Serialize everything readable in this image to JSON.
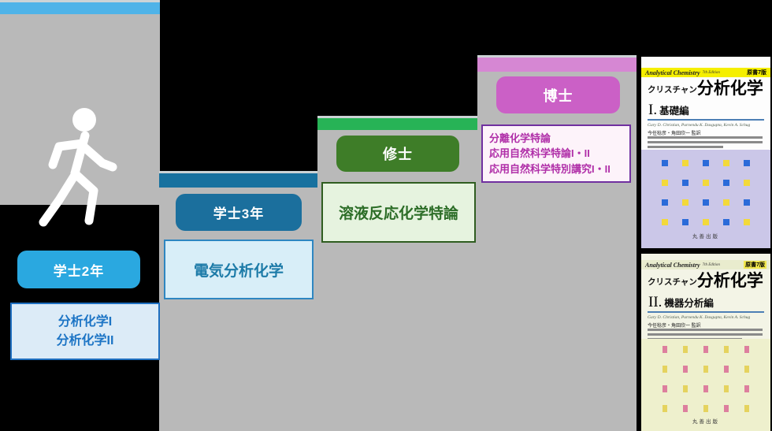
{
  "diagram": {
    "figure_icon": "walking-person",
    "steps": [
      {
        "level_label": "学士2年",
        "courses": [
          "分析化学I",
          "分析化学II"
        ],
        "bar_color": "#4fb3e8",
        "button_color": "#2aa8e0",
        "box_bg": "#dcebf7",
        "box_border": "#1f6fc0",
        "box_text_color": "#1c74c5"
      },
      {
        "level_label": "学士3年",
        "courses": [
          "電気分析化学"
        ],
        "bar_color": "#17719f",
        "button_color": "#1b6f9d",
        "box_bg": "#d8eef8",
        "box_border": "#2e86c1",
        "box_text_color": "#1d7ba8"
      },
      {
        "level_label": "修士",
        "courses": [
          "溶液反応化学特論"
        ],
        "bar_color": "#27b356",
        "button_color": "#3e7d28",
        "box_bg": "#e6f3df",
        "box_border": "#2f5d20",
        "box_text_color": "#2c6d27"
      },
      {
        "level_label": "博士",
        "courses": [
          "分離化学特論",
          "応用自然科学特論I・II",
          "応用自然科学特別講究I・II"
        ],
        "bar_color": "#d687d3",
        "button_color": "#cb60c6",
        "box_bg": "#fdf3fa",
        "box_border": "#7030a0",
        "box_text_color": "#b02fa8"
      }
    ]
  },
  "books": [
    {
      "series_title": "Analytical Chemistry",
      "series_edition": "7th Edition",
      "edition_badge": "原書7版",
      "title_katakana": "クリスチャン",
      "title_main": "分析化学",
      "volume_number": "I.",
      "volume_name": "基礎編",
      "authors": "Gary D. Christian, Purnendu K. Dasgupta, Kevin A. Schug",
      "supervising_translators": "今任稔彦・角田欣一 監訳",
      "publisher": "丸善出版",
      "cover_color": "#cbc7e8",
      "pattern": {
        "rows": 4,
        "cols": 5,
        "colors": [
          "#2b6bd9",
          "#f3d93a"
        ]
      }
    },
    {
      "series_title": "Analytical Chemistry",
      "series_edition": "7th Edition",
      "edition_badge": "原書7版",
      "title_katakana": "クリスチャン",
      "title_main": "分析化学",
      "volume_number": "II.",
      "volume_name": "機器分析編",
      "authors": "Gary D. Christian, Purnendu K. Dasgupta, Kevin A. Schug",
      "supervising_translators": "今任稔彦・角田欣一 監訳",
      "publisher": "丸善出版",
      "cover_color": "#eef0cd",
      "pattern": {
        "rows": 4,
        "cols": 5,
        "colors": [
          "#dd7f9e",
          "#e5d35e"
        ]
      }
    }
  ]
}
